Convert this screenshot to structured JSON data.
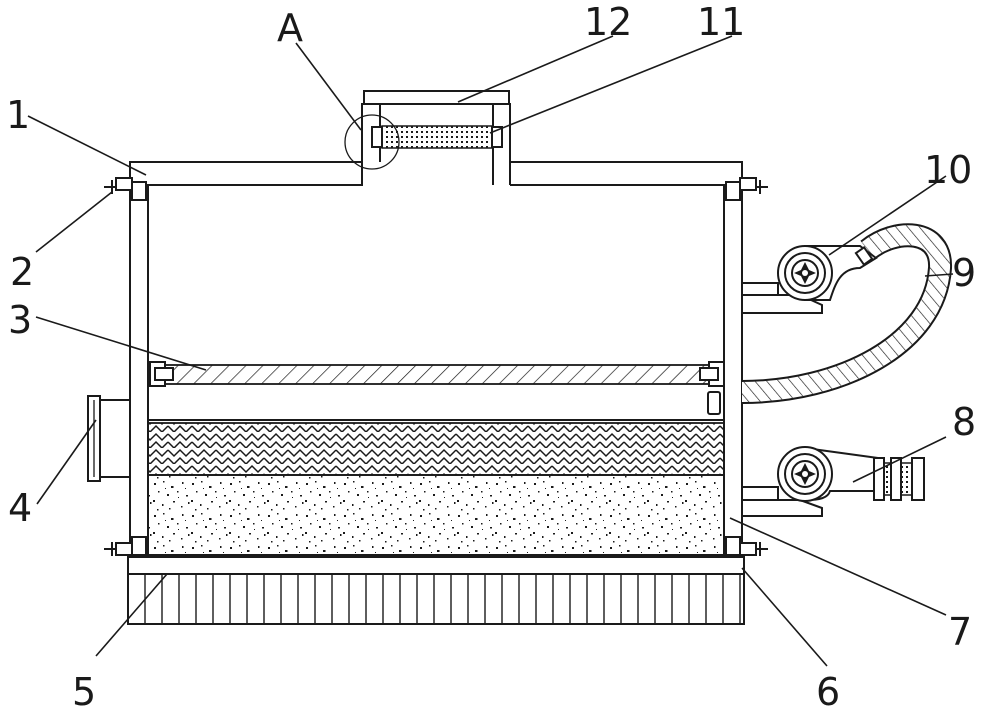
{
  "labels": {
    "l1": "1",
    "l2": "2",
    "l3": "3",
    "l4": "4",
    "l5": "5",
    "l6": "6",
    "l7": "7",
    "l8": "8",
    "l9": "9",
    "l10": "10",
    "l11": "11",
    "l12": "12",
    "lA": "A"
  },
  "colors": {
    "line": "#1a1a1a",
    "background": "#ffffff"
  }
}
